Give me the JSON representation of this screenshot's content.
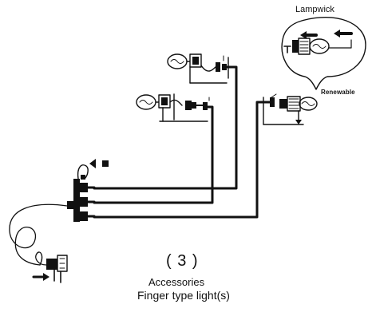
{
  "labels": {
    "lampwick": "Lampwick",
    "renewable": "Renewable",
    "figure_number": "( 3 )",
    "accessories": "Accessories",
    "finger_type": "Finger type light(s)"
  },
  "colors": {
    "ink": "#111111",
    "background": "#ffffff"
  }
}
